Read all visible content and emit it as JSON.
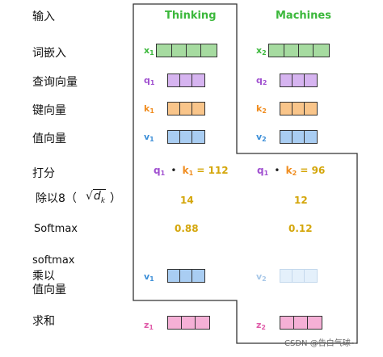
{
  "rows": {
    "input": "输入",
    "embedding": "词嵌入",
    "query": "查询向量",
    "key": "键向量",
    "value": "值向量",
    "score": "打分",
    "divide": "除以8（",
    "divide_close": "）",
    "softmax": "Softmax",
    "softmax_times_1": "softmax",
    "softmax_times_2": "乘以",
    "softmax_times_3": "值向量",
    "sum": "求和"
  },
  "sqrt_expr": {
    "radical": "√",
    "var": "d",
    "sub": "k"
  },
  "columns": [
    {
      "header": "Thinking",
      "x": "x",
      "x_sub": "1",
      "q": "q",
      "q_sub": "1",
      "k": "k",
      "k_sub": "1",
      "v": "v",
      "v_sub": "1",
      "score_q": "q",
      "score_q_sub": "1",
      "score_k": "k",
      "score_k_sub": "1",
      "score_dot": "•",
      "score_eq": "= 112",
      "divided": "14",
      "softmax": "0.88",
      "vs": "v",
      "vs_sub": "1",
      "z": "z",
      "z_sub": "1"
    },
    {
      "header": "Machines",
      "x": "x",
      "x_sub": "2",
      "q": "q",
      "q_sub": "2",
      "k": "k",
      "k_sub": "2",
      "v": "v",
      "v_sub": "2",
      "score_q": "q",
      "score_q_sub": "1",
      "score_k": "k",
      "score_k_sub": "2",
      "score_dot": "•",
      "score_eq": "= 96",
      "divided": "12",
      "softmax": "0.12",
      "vs": "v",
      "vs_sub": "2",
      "z": "z",
      "z_sub": "2"
    }
  ],
  "colors": {
    "embedding_fill": "#a6dba0",
    "embedding_text": "#3cb83c",
    "query_fill": "#d6b4f0",
    "query_text": "#a050d0",
    "key_fill": "#f9c58a",
    "key_text": "#f08c1e",
    "value_fill": "#a9cdf2",
    "value_text": "#3d8fd8",
    "value_faded_fill": "#e4f0fb",
    "value_faded_text": "#a8c8e8",
    "sum_fill": "#f5b0d6",
    "sum_text": "#e05aa8",
    "number_text": "#d4a60a",
    "header_text": "#3cb83c"
  },
  "watermark": "CSDN @告白气球~"
}
